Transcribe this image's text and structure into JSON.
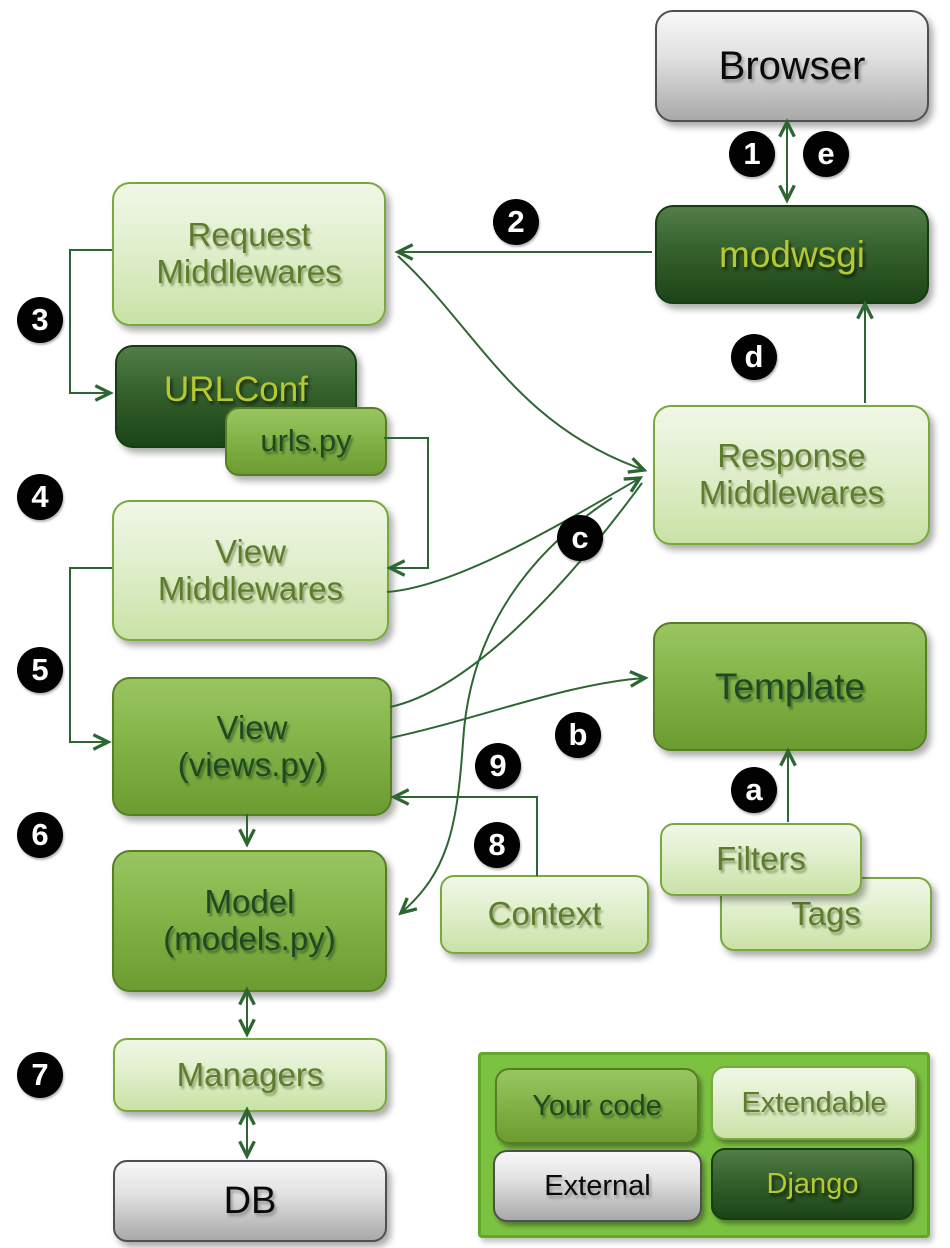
{
  "nodes": {
    "browser": {
      "label": "Browser",
      "type": "external"
    },
    "modwsgi": {
      "label": "modwsgi",
      "type": "django"
    },
    "request_middlewares": {
      "label": "Request\nMiddlewares",
      "type": "extendable"
    },
    "urlconf": {
      "label": "URLConf",
      "type": "django"
    },
    "urls_py": {
      "label": "urls.py",
      "type": "your-code"
    },
    "view_middlewares": {
      "label": "View\nMiddlewares",
      "type": "extendable"
    },
    "view": {
      "label": "View\n(views.py)",
      "type": "your-code"
    },
    "model": {
      "label": "Model\n(models.py)",
      "type": "your-code"
    },
    "managers": {
      "label": "Managers",
      "type": "extendable"
    },
    "db": {
      "label": "DB",
      "type": "external"
    },
    "response_middlewares": {
      "label": "Response\nMiddlewares",
      "type": "extendable"
    },
    "template": {
      "label": "Template",
      "type": "your-code"
    },
    "filters": {
      "label": "Filters",
      "type": "extendable"
    },
    "tags": {
      "label": "Tags",
      "type": "extendable"
    },
    "context": {
      "label": "Context",
      "type": "extendable"
    }
  },
  "badges": {
    "s1": "1",
    "s2": "2",
    "s3": "3",
    "s4": "4",
    "s5": "5",
    "s6": "6",
    "s7": "7",
    "s8": "8",
    "s9": "9",
    "sa": "a",
    "sb": "b",
    "sc": "c",
    "sd": "d",
    "se": "e"
  },
  "legend": {
    "your_code": "Your code",
    "extendable": "Extendable",
    "external": "External",
    "django": "Django"
  },
  "colors": {
    "arrow": "#2e6633",
    "badge_bg": "#020202",
    "badge_text": "#ffffff",
    "legend_bg": "#7cc241",
    "legend_border": "#63a82c",
    "extendable_fill": "#e3f0d0",
    "your_code_fill": "#84b449",
    "django_fill": "#35612c",
    "external_fill": "#e2e2e2",
    "background": "#ffffff"
  }
}
